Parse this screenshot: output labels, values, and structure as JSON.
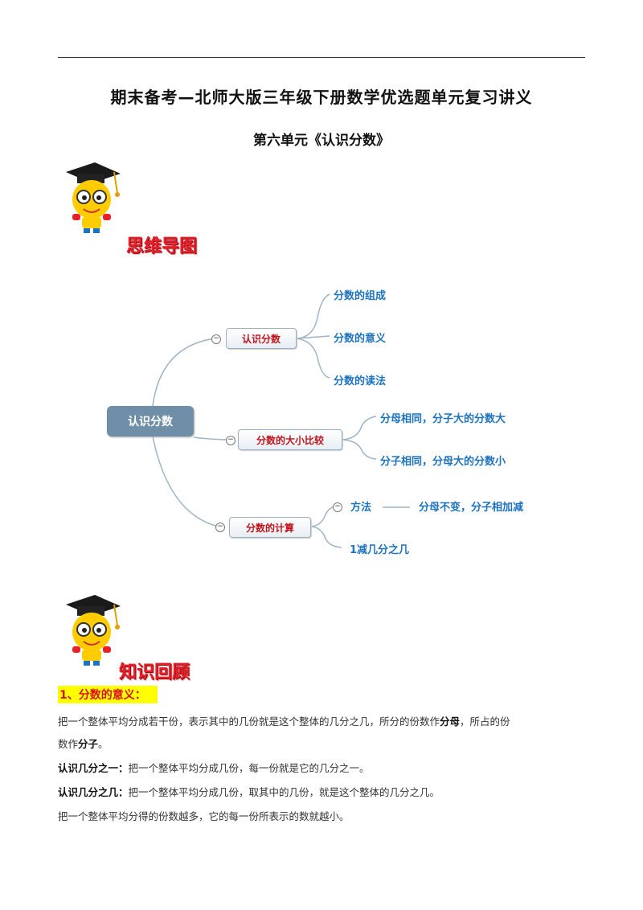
{
  "header": {
    "title": "期末备考—北师大版三年级下册数学优选题单元复习讲义",
    "subtitle": "第六单元《认识分数》"
  },
  "sections": {
    "mindmap_heading": "思维导图",
    "review_heading": "知识回顾"
  },
  "mindmap": {
    "root": "认识分数",
    "branches": [
      {
        "label": "认识分数",
        "leaves": [
          "分数的组成",
          "分数的意义",
          "分数的读法"
        ]
      },
      {
        "label": "分数的大小比较",
        "leaves": [
          "分母相同，分子大的分数大",
          "分子相同，分母大的分数小"
        ]
      },
      {
        "label": "分数的计算",
        "method_label": "方法",
        "method_value": "分母不变，分子相加减",
        "leaves": [
          "1减几分之几"
        ]
      }
    ]
  },
  "knowledge": {
    "heading": "1、分数的意义：",
    "p1_line1_a": "把一个整体平均分成若干份，表示其中的几份就是这个整体的几分之几，所分的份数作",
    "p1_line1_bold": "分母",
    "p1_line1_b": "，所占的份",
    "p1_line2_a": "数作",
    "p1_line2_bold": "分子",
    "p1_line2_b": "。",
    "p2_bold": "认识几分之一：",
    "p2_text": "把一个整体平均分成几份，每一份就是它的几分之一。",
    "p3_bold": "认识几分之几：",
    "p3_text": "把一个整体平均分成几份，取其中的几份，就是这个整体的几分之几。",
    "p4_text": "把一个整体平均分得的份数越多，它的每一份所表示的数就越小。"
  },
  "colors": {
    "heading_red": "#e8202a",
    "leaf_blue": "#1e73be",
    "branch_red": "#c0141c",
    "root_fill": "#6f8fa8",
    "highlight_yellow": "#ffff00"
  },
  "icons": [
    "doctor-mascot-icon",
    "collapse-icon"
  ]
}
